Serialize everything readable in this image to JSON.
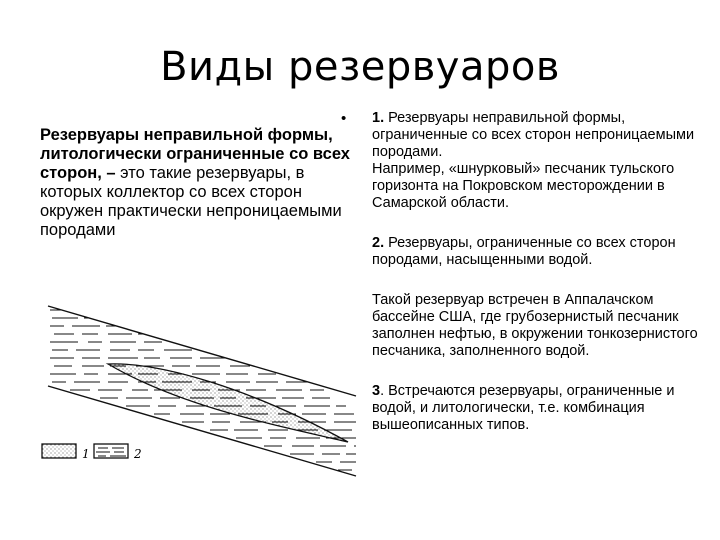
{
  "title": "Виды резервуаров",
  "left": {
    "bold_text": "Резервуары неправильной формы, литологически ограниченные со всех сторон, –",
    "normal_text": " это такие резервуары, в которых коллектор со всех сторон окружен практически непроницаемыми породами"
  },
  "bullet": "•",
  "right": {
    "item1_num": "1.",
    "item1_text": " Резервуары неправильной формы, ограниченные со всех сторон непроницаемыми породами.",
    "item1_example": "Например, «шнурковый» песчаник тульского горизонта на Покровском месторождении в Самарской области.",
    "item2_num": "2.",
    "item2_text": " Резервуары, ограниченные со всех сторон породами, насыщенными водой.",
    "item2_example": "Такой резервуар встречен в Аппалачском бассейне США, где грубозернистый песчаник заполнен нефтью, в окружении тонкозернистого песчаника, заполненного водой.",
    "item3_num": "3",
    "item3_text": ". Встречаются резервуары, ограниченные и водой, и литологически, т.е. комбинация вышеописанных типов."
  },
  "figure": {
    "legend_1": "1",
    "legend_2": "2"
  }
}
